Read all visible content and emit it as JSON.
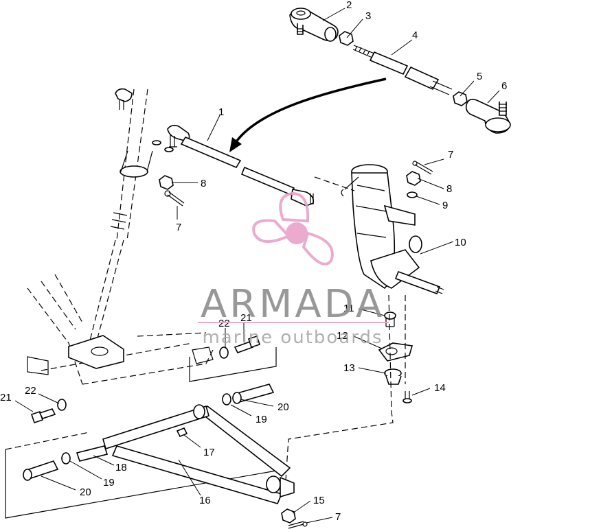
{
  "callouts": [
    {
      "id": "c1",
      "label": "1"
    },
    {
      "id": "c2",
      "label": "2"
    },
    {
      "id": "c3",
      "label": "3"
    },
    {
      "id": "c4",
      "label": "4"
    },
    {
      "id": "c5",
      "label": "5"
    },
    {
      "id": "c6",
      "label": "6"
    },
    {
      "id": "c7a",
      "label": "7"
    },
    {
      "id": "c8a",
      "label": "8"
    },
    {
      "id": "c9",
      "label": "9"
    },
    {
      "id": "c8b",
      "label": "8"
    },
    {
      "id": "c7b",
      "label": "7"
    },
    {
      "id": "c10",
      "label": "10"
    },
    {
      "id": "c11",
      "label": "11"
    },
    {
      "id": "c12",
      "label": "12"
    },
    {
      "id": "c13",
      "label": "13"
    },
    {
      "id": "c14",
      "label": "14"
    },
    {
      "id": "c22a",
      "label": "22"
    },
    {
      "id": "c21a",
      "label": "21"
    },
    {
      "id": "c21b",
      "label": "21"
    },
    {
      "id": "c22b",
      "label": "22"
    },
    {
      "id": "c20a",
      "label": "20"
    },
    {
      "id": "c19a",
      "label": "19"
    },
    {
      "id": "c17",
      "label": "17"
    },
    {
      "id": "c18",
      "label": "18"
    },
    {
      "id": "c19b",
      "label": "19"
    },
    {
      "id": "c20b",
      "label": "20"
    },
    {
      "id": "c16",
      "label": "16"
    },
    {
      "id": "c15",
      "label": "15"
    },
    {
      "id": "c7c",
      "label": "7"
    }
  ],
  "watermark": {
    "brand": "ARMADA",
    "tagline": "marine outboards",
    "logo_color": "#e9a3c9",
    "text_color": "#8d8d8d"
  },
  "line_color": "#000000",
  "background": "#ffffff"
}
